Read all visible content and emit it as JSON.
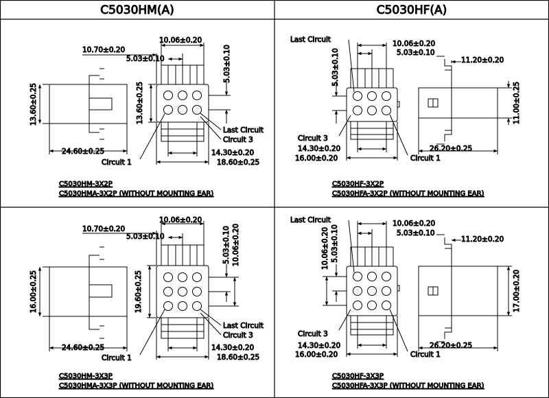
{
  "headers": {
    "left": "C5030HM(A)",
    "right": "C5030HF(A)"
  },
  "panels": {
    "hm2": {
      "top_pitch": "10.06±0.20",
      "width_top": "10.70±0.20",
      "half_pitch": "5.03±0.10",
      "right_pitch": "5.03±0.10",
      "side_height": "13.60±0.25",
      "front_height": "13.60±0.25",
      "side_length": "24.60±0.25",
      "last_circuit": "Last Circuit",
      "circuit3": "Circuit 3",
      "circuit1": "Circuit 1",
      "bottom_pitch": "14.30±0.20",
      "bottom_width": "18.60±0.25",
      "note1": "C5030HM-3X2P",
      "note2": "C5030HMA-3X2P (WITHOUT MOUNTING EAR)"
    },
    "hf2": {
      "last_circuit": "Last Circuit",
      "top_pitch": "10.06±0.20",
      "half_pitch": "5.03±0.10",
      "left_pitch": "5.03±0.10",
      "ear_width": "11.20±0.20",
      "side_height": "11.00±0.25",
      "circuit3": "Circuit 3",
      "circuit1": "Circuit 1",
      "bottom_pitch": "14.30±0.20",
      "bottom_width": "16.00±0.20",
      "side_length": "26.20±0.25",
      "note1": "C5030HF-3X2P",
      "note2": "C5030HFA-3X2P (WITHOUT MOUNTING EAR)"
    },
    "hm3": {
      "top_pitch": "10.06±0.20",
      "width_top": "10.70±0.20",
      "half_pitch": "5.03±0.10",
      "right_pitch1": "5.03±0.10",
      "right_pitch2": "10.06±0.20",
      "side_height": "16.00±0.25",
      "front_height": "19.60±0.25",
      "side_length": "24.60±0.25",
      "last_circuit": "Last Circuit",
      "circuit3": "Circuit 3",
      "circuit1": "Circuit 1",
      "bottom_pitch": "14.30±0.20",
      "bottom_width": "18.60±0.25",
      "note1": "C5030HM-3X3P",
      "note2": "C5030HMA-3X3P (WITHOUT MOUNTING EAR)"
    },
    "hf3": {
      "last_circuit": "Last Circuit",
      "top_pitch": "10.06±0.20",
      "half_pitch": "5.03±0.10",
      "left_pitch1": "10.06±0.20",
      "left_pitch2": "5.03±0.10",
      "ear_width": "11.20±0.20",
      "side_height": "17.00±0.20",
      "circuit3": "Circuit 3",
      "circuit1": "Circuit 1",
      "bottom_pitch": "14.30±0.20",
      "bottom_width": "16.00±0.20",
      "side_length": "26.20±0.25",
      "note1": "C5030HF-3X3P",
      "note2": "C5030HFA-3X3P (WITHOUT MOUNTING EAR)"
    }
  }
}
